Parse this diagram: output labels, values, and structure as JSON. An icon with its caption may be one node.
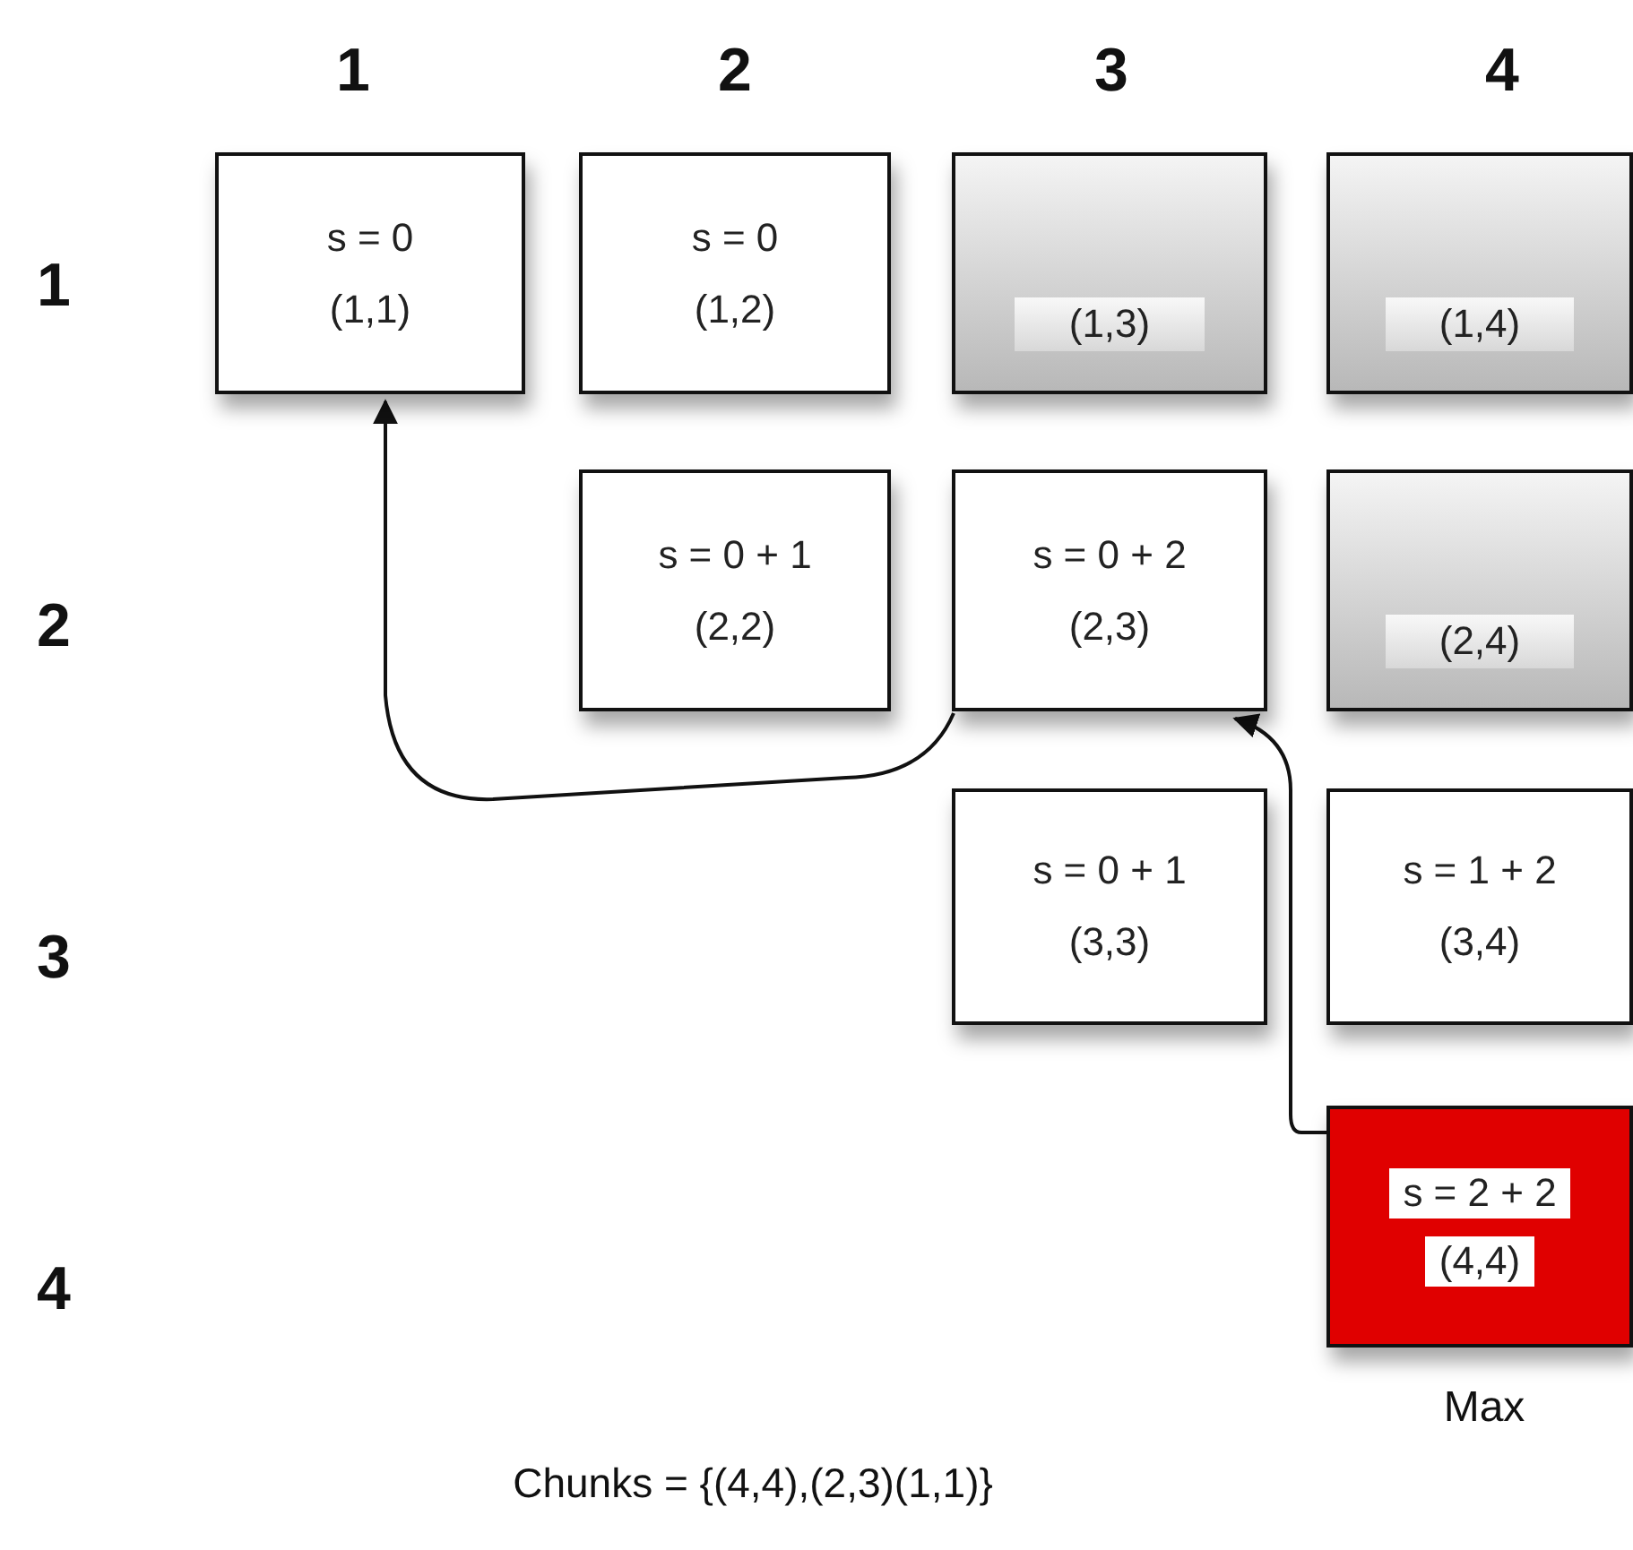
{
  "diagram": {
    "caption": "Chunks = {(4,4),(2,3)(1,1)}",
    "nodes": [
      {
        "text": [
          "s = 0",
          "(1,1)"
        ]
      },
      {
        "text": [
          "s = 0",
          "(1,2)"
        ]
      },
      {
        "text": [
          "(1,3)"
        ]
      },
      {
        "text": [
          "(1,4)"
        ]
      },
      {
        "text": [
          "s = 0 + 1",
          "(2,2)"
        ]
      },
      {
        "text": [
          "s = 0 + 2",
          "(2,3)"
        ]
      },
      {
        "text": [
          "(2,4)"
        ]
      },
      {
        "text": [
          "s = 0 + 1",
          "(3,3)"
        ]
      },
      {
        "text": [
          "s = 1 + 2",
          "(3,4)"
        ]
      },
      {
        "text": [
          "s = 2 + 2",
          "(4,4)"
        ],
        "beside": [
          "Max"
        ]
      }
    ],
    "edges": [
      {
        "from": 9,
        "to": 5,
        "arrow": "to"
      },
      {
        "from": 5,
        "to": 0,
        "arrow": "to"
      }
    ],
    "labels": [
      "1",
      "2",
      "3",
      "4",
      "1",
      "2",
      "3",
      "4"
    ]
  }
}
